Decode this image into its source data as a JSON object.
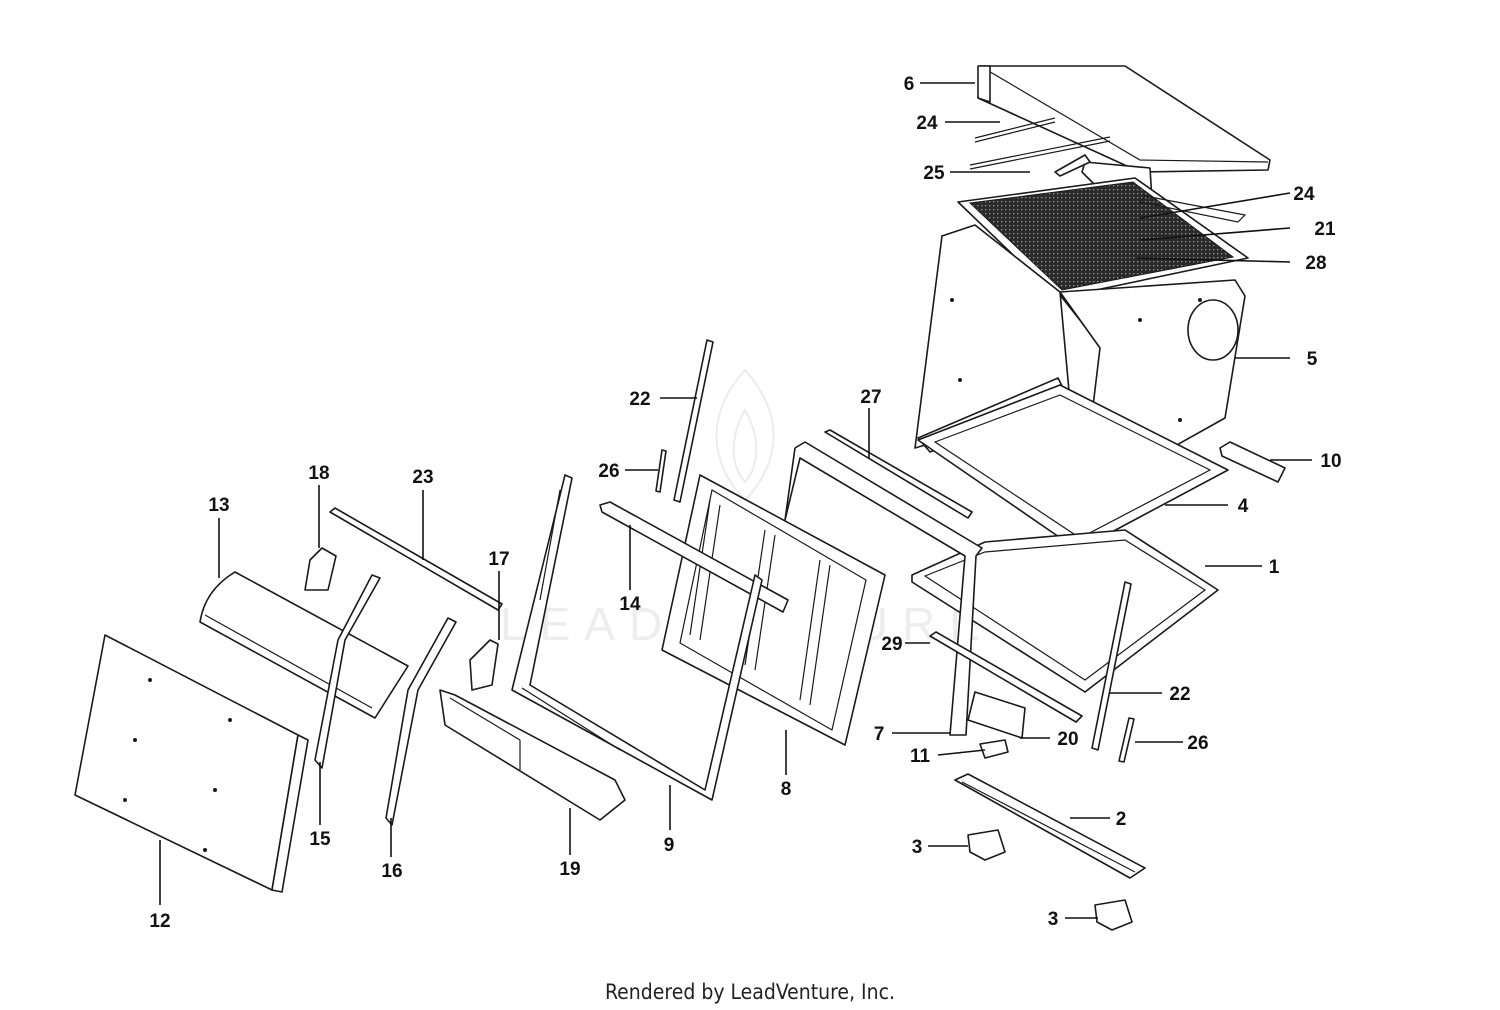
{
  "labels": {
    "p1": "1",
    "p2": "2",
    "p3a": "3",
    "p3b": "3",
    "p4": "4",
    "p5": "5",
    "p6": "6",
    "p7": "7",
    "p8": "8",
    "p9": "9",
    "p10": "10",
    "p11": "11",
    "p12": "12",
    "p13": "13",
    "p14": "14",
    "p15": "15",
    "p16": "16",
    "p17": "17",
    "p18": "18",
    "p19": "19",
    "p20": "20",
    "p21": "21",
    "p22a": "22",
    "p22b": "22",
    "p23": "23",
    "p24a": "24",
    "p24b": "24",
    "p25": "25",
    "p26a": "26",
    "p26b": "26",
    "p27": "27",
    "p28": "28",
    "p29": "29"
  },
  "watermark": {
    "text": "LEADVENTURE"
  },
  "footer": {
    "text": "Rendered by LeadVenture, Inc."
  }
}
